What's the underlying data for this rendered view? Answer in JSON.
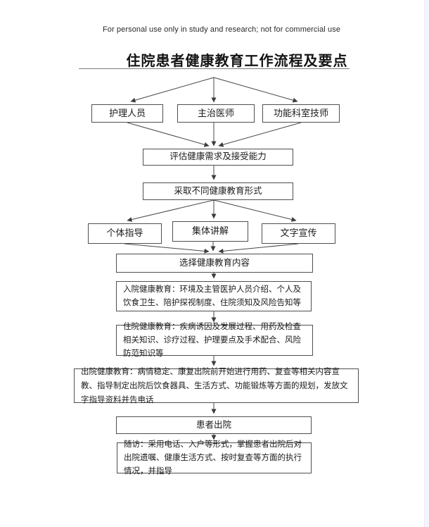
{
  "document": {
    "disclaimer": "For personal use only in study and research; not for commercial use",
    "title": "住院患者健康教育工作流程及要点"
  },
  "flowchart": {
    "roles": [
      "护理人员",
      "主治医师",
      "功能科室技师"
    ],
    "assess": "评估健康需求及接受能力",
    "adopt_forms": "采取不同健康教育形式",
    "education_forms": [
      "个体指导",
      "集体讲解",
      "文字宣传"
    ],
    "select_content": "选择健康教育内容",
    "admission_education": "入院健康教育：环境及主管医护人员介绍、个人及饮食卫生、陪护探视制度、住院须知及风险告知等",
    "inpatient_education": "住院健康教育：疾病诱因及发展过程、用药及检查相关知识、诊疗过程、护理要点及手术配合、风险防范知识等",
    "discharge_education": "出院健康教育：病情稳定、康复出院前开始进行用药、复查等相关内容宣教、指导制定出院后饮食器具、生活方式、功能锻炼等方面的规划，发放文字指导资料并告电话",
    "patient_discharge": "患者出院",
    "follow_up": "随访：采用电话、入户等形式，掌握患者出院后对出院遗嘱、健康生活方式、按时复查等方面的执行情况，并指导"
  },
  "colors": {
    "line": "#474747",
    "border": "#4f4f4f",
    "text": "#1a1a1a"
  }
}
